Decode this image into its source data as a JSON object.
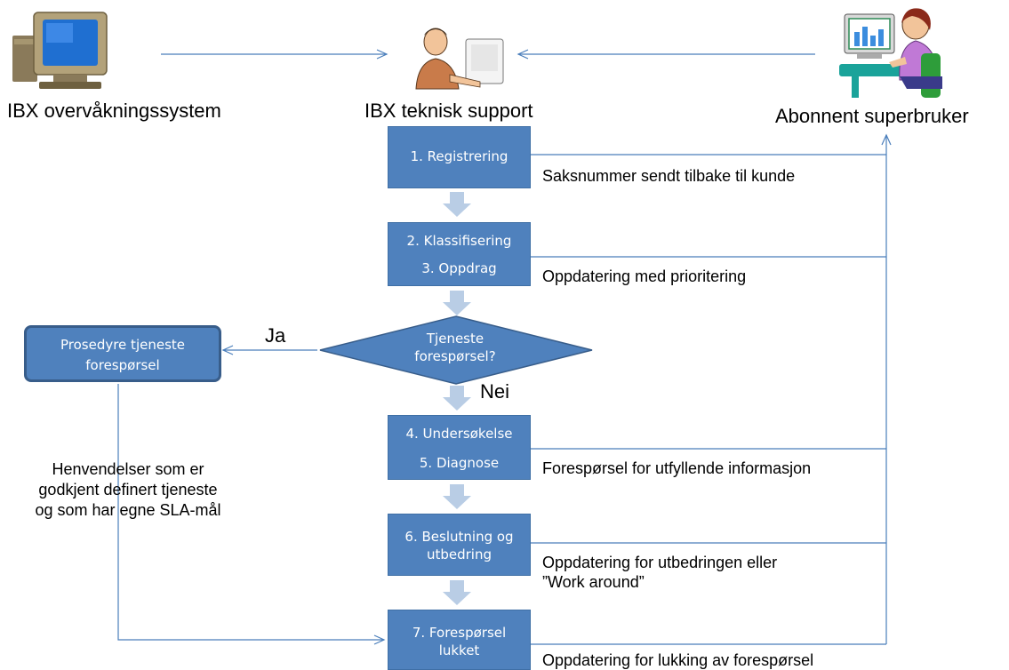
{
  "actors": {
    "monitoring": {
      "label": "IBX overvåkningssystem",
      "icon": "computer-icon"
    },
    "support": {
      "label": "IBX teknisk support",
      "icon": "support-agent-icon"
    },
    "subscriber": {
      "label": "Abonnent superbruker",
      "icon": "user-at-computer-icon"
    }
  },
  "steps": {
    "registration": {
      "line1": "1. Registrering"
    },
    "classification": {
      "line1": "2. Klassifisering",
      "line2": "3. Oppdrag"
    },
    "investigation": {
      "line1": "4. Undersøkelse",
      "line2": "5. Diagnose"
    },
    "resolution": {
      "line1": "6. Beslutning og",
      "line2": "utbedring"
    },
    "closed": {
      "line1": "7. Forespørsel",
      "line2": "lukket"
    }
  },
  "decision": {
    "line1": "Tjeneste",
    "line2": "forespørsel?",
    "yes": "Ja",
    "no": "Nei"
  },
  "procedure": {
    "line1": "Prosedyre tjeneste",
    "line2": "forespørsel"
  },
  "procedure_note": {
    "line1": "Henvendelser som er",
    "line2": "godkjent definert tjeneste",
    "line3": "og som har egne SLA-mål"
  },
  "messages": {
    "case_number": "Saksnummer sendt tilbake til kunde",
    "priority_update": "Oppdatering med prioritering",
    "info_request": "Forespørsel for utfyllende informasjon",
    "fix_update_line1": "Oppdatering for utbedringen eller",
    "fix_update_line2": "”Work around”",
    "closing_update": "Oppdatering for  lukking av forespørsel"
  },
  "colors": {
    "step_fill": "#4f81bd",
    "step_border": "#385d8a",
    "connector_arrow": "#b9cde5",
    "line": "#4a7ebb"
  }
}
